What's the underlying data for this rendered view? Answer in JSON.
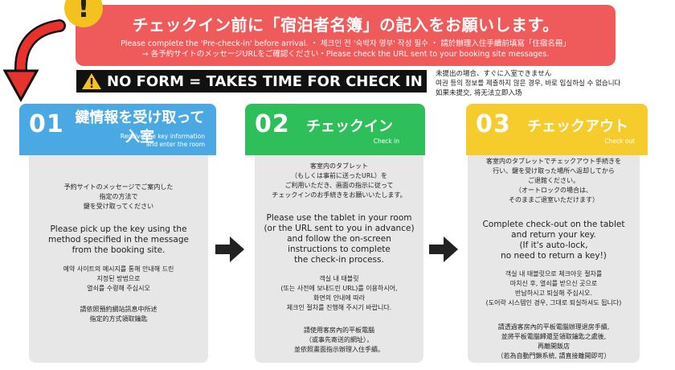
{
  "banner": {
    "title": "チェックイン前に「宿泊者名簿」の記入をお願いします。",
    "sub1": "Please complete the 'Pre-check-in' before arrival. ・ 체크인 전 '숙박자 명부' 작성 필수 ・ 請於辦理入住手續前填寫「住宿名冊」",
    "sub2": "→ 各予約サイトのメッセージURLをご確認ください・Please check the URL sent to your booking site messages."
  },
  "notice": {
    "text": "NO FORM = TAKES TIME FOR CHECK IN",
    "side": "未提出の場合、すぐに入室できません\n여권 등의 정보를 제출하지 않은 경우, 바로 입실하실 수 없습니다\n如果未提交, 将无法立即入场"
  },
  "steps": [
    {
      "num": "01",
      "title": "鍵情報を受け取って\n入室",
      "sub": "Receive the key information\nand enter the room",
      "jp": "予約サイトのメッセージでご案内した\n指定の方法で\n鍵を受け取ってください",
      "en": "Please pick up the key using the\nmethod specified in the message\nfrom the booking site.",
      "ko": "예약 사이트의 메시지를 통해 안내해 드린\n지정된 방법으로\n열쇠를 수령해 주십시오",
      "zh": "請依照預約網站訊息中所述\n指定的方式領取鑰匙"
    },
    {
      "num": "02",
      "title": "チェックイン",
      "sub": "Check in",
      "jp": "客室内のタブレット\n（もしくは事前に送ったURL）を\nご利用いただき、画面の指示に従って\nチェックインのお手続きをお願いいたします。",
      "en": "Please use the tablet in your room\n(or the URL sent to you in advance)\nand follow the on-screen\ninstructions to complete\nthe check-in process.",
      "ko": "객실 내 태블릿\n(또는 사전에 보내드린 URL)를 이용하시어,\n화면의 안내에 따라\n체크인 절차를 진행해 주시기 바랍니다.",
      "zh": "請使用客房內的平板電腦\n（或事先寄送的網址），\n並依照畫面指示辦理入住手續。"
    },
    {
      "num": "03",
      "title": "チェックアウト",
      "sub": "Check out",
      "jp": "客室内のタブレットでチェックアウト手続きを\n行い、鍵を受け取った場所へ返却してから\nご退館ください。\n（オートロックの場合は、\nそのままご退室いただけます）",
      "en": "Complete check-out on the tablet\nand return your key.\n(If it's auto-lock,\nno need to return a key!)",
      "ko": "객실 내 태블릿으로 체크아웃 절차를\n마치신 후, 열쇠를 받으신 곳으로\n반납하시고 퇴실해 주십시오.\n(도어락 시스템인 경우, 그대로 퇴실하셔도 됩니다)",
      "zh": "請透過客房內的平板電腦辦理退房手續,\n並將平板電腦歸還至領取鑰匙之處後,\n再離開飯店\n（若為自動門鎖系統, 請直接離開即可）"
    }
  ],
  "colors": {
    "red": "#ef5a5a",
    "blue": "#4aa8e2",
    "green": "#2fbf5a",
    "yellow": "#f6cc2c"
  },
  "icons": [
    "exclamation-icon",
    "red-arrow-icon",
    "warning-triangle-icon",
    "right-arrow-icon"
  ]
}
